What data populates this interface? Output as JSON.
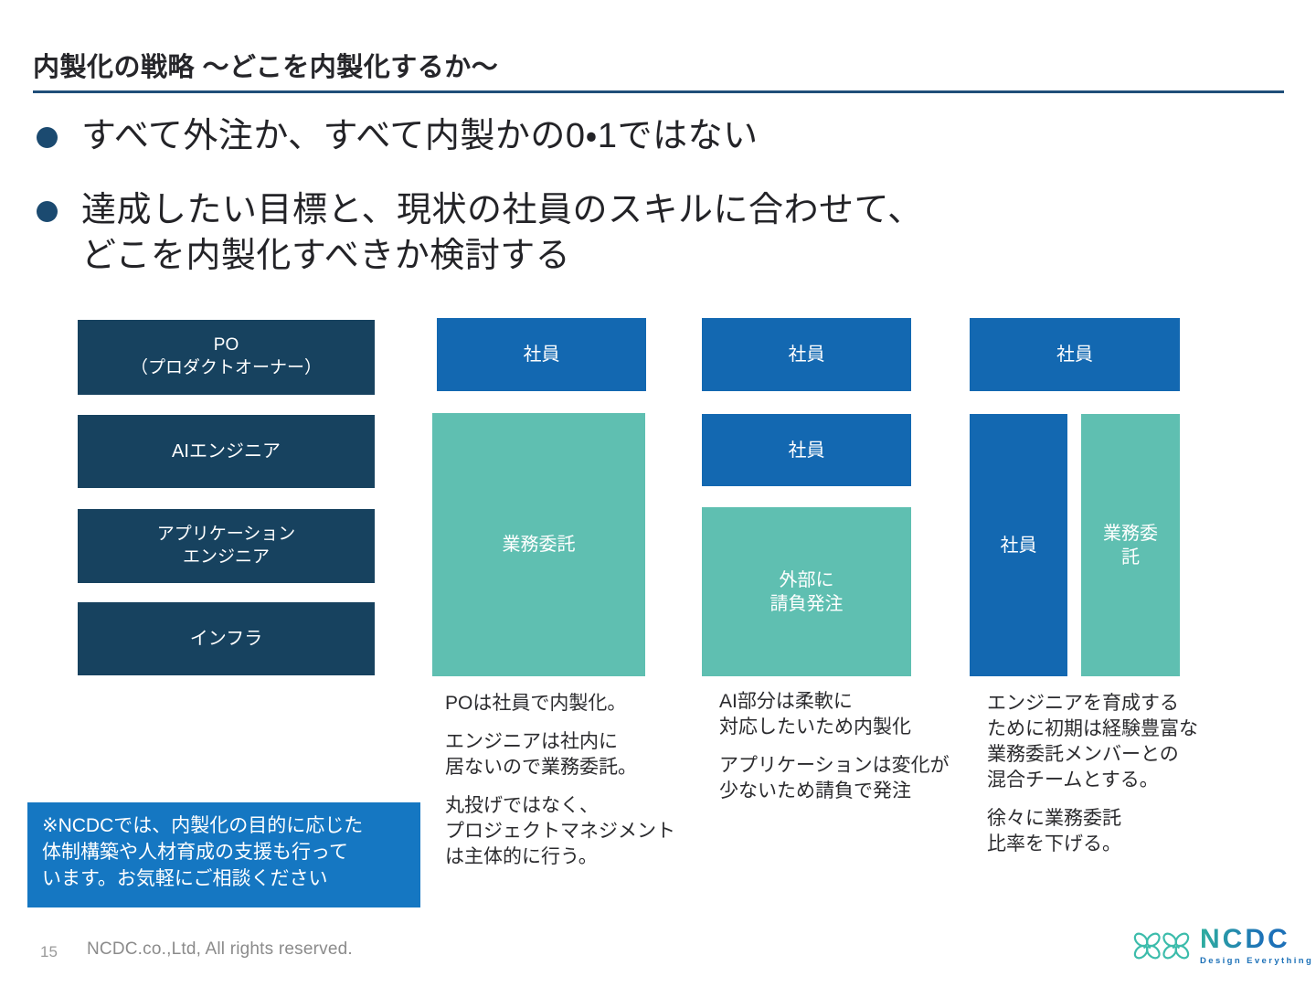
{
  "title": "内製化の戦略 〜どこを内製化するか〜",
  "bullets": {
    "item1": "すべて外注か、すべて内製かの0・1ではない",
    "item2": "達成したい目標と、現状の社員のスキルに合わせて、\nどこを内製化すべきか検討する"
  },
  "roles": {
    "po": "PO\n（プロダクトオーナー）",
    "ai": "AIエンジニア",
    "app": "アプリケーション\nエンジニア",
    "infra": "インフラ"
  },
  "pattern1": {
    "top_box": "社員",
    "main_box": "業務委託",
    "note1": "POは社員で内製化。",
    "note2": "エンジニアは社内に\n居ないので業務委託。",
    "note3": "丸投げではなく、\nプロジェクトマネジメント\nは主体的に行う。"
  },
  "pattern2": {
    "top_box": "社員",
    "mid_box": "社員",
    "bottom_box": "外部に\n請負発注",
    "note1": "AI部分は柔軟に\n対応したいため内製化",
    "note2": "アプリケーションは変化が\n少ないため請負で発注"
  },
  "pattern3": {
    "top_box": "社員",
    "left_box": "社員",
    "right_box": "業務委\n託",
    "note1": "エンジニアを育成する\nために初期は経験豊富な\n業務委託メンバーとの\n混合チームとする。",
    "note2": "徐々に業務委託\n比率を下げる。"
  },
  "contact_note": "※NCDCでは、内製化の目的に応じた\n体制構築や人材育成の支援も行って\nいます。お気軽にご相談ください",
  "footer": {
    "page_number": "15",
    "copyright": "NCDC.co.,Ltd, All rights reserved.",
    "logo_text": "NCDC",
    "logo_tagline": "Design Everything"
  },
  "colors": {
    "dark_navy": "#17425f",
    "employee_blue": "#1368b1",
    "outsource_teal": "#5fbfb1",
    "contact_box_blue": "#1577c2",
    "accent_line": "#1f4e79",
    "logo_teal": "#3cbcab",
    "logo_blue": "#1d71b8"
  }
}
